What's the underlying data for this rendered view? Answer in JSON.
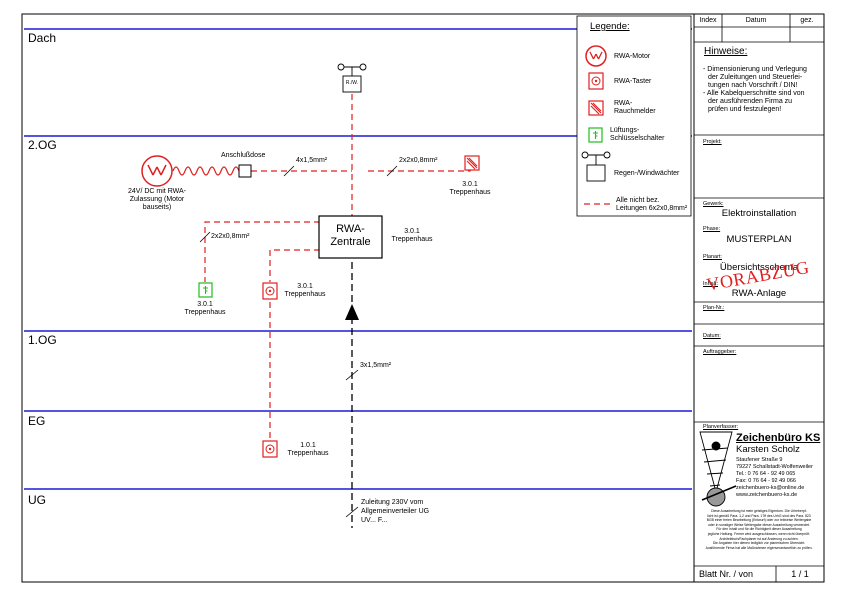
{
  "floors": [
    "Dach",
    "2.OG",
    "1.OG",
    "EG",
    "UG"
  ],
  "legend": {
    "title": "Legende:",
    "items": [
      {
        "icon": "rwa-motor-icon",
        "label": "RWA-Motor"
      },
      {
        "icon": "rwa-taster-icon",
        "label": "RWA-Taster"
      },
      {
        "icon": "rwa-rauchmelder-icon",
        "label": "RWA-Rauchmelder"
      },
      {
        "icon": "lueftungs-schluesselschalter-icon",
        "label": "Lüftungs-Schlüsselschalter"
      },
      {
        "icon": "regen-windwaechter-icon",
        "label": "Regen-/Windwächter"
      },
      {
        "icon": "dashed-line-icon",
        "label": "Alle nicht bez. Leitungen 6x2x0,8mm²"
      }
    ]
  },
  "diagram": {
    "rwa_box_symbol": "R./W.",
    "anschlussdose": "Anschlußdose",
    "cable_4x15": "4x1,5mm²",
    "cable_2x2x08": "2x2x0,8mm²",
    "cable_3x15": "3x1,5mm²",
    "motor_note": "24V/ DC mit RWA-Zulassung (Motor bauseits)",
    "central_title": "RWA-Zentrale",
    "loc_301": "3.0.1",
    "loc_101": "1.0.1",
    "treppenhaus": "Treppenhaus",
    "supply": "Zuleitung 230V vom Allgemeinverteiler UG UV... F..."
  },
  "titleblock": {
    "header": {
      "index": "Index",
      "datum": "Datum",
      "gez": "gez."
    },
    "hinweise_title": "Hinweise:",
    "hinweise_text": [
      "- Dimensionierung und Verlegung",
      "der Zuleitungen und Steuerlei-",
      "tungen nach Vorschrift / DIN!",
      "- Alle Kabelquerschnitte sind von",
      "der ausführenden Firma zu",
      "prüfen und festzulegen!"
    ],
    "projekt": "Projekt:",
    "gewerk_label": "Gewerk:",
    "gewerk": "Elektroinstallation",
    "phase_label": "Phase:",
    "phase": "MUSTERPLAN",
    "planart_label": "Planart:",
    "planart": "Übersichtsschema",
    "inhalt_label": "Inhalt:",
    "inhalt": "RWA-Anlage",
    "stamp": "VORABZUG",
    "plan_nr": "Plan-Nr.:",
    "datum": "Datum:",
    "auftraggeber": "Auftraggeber:",
    "planverfasser": "Planverfasser:",
    "company": "Zeichenbüro KS",
    "person": "Karsten Scholz",
    "contact": [
      "Staufener Straße 9",
      "79227 Schallstadt-Wolfenweiler",
      "Tel.: 0 76 64 - 92 49 065",
      "Fax: 0 76 64 - 92 49 066",
      "zeichenbuero-ks@online.de",
      "www.zeichenbuero-ks.de"
    ],
    "disclaimer": [
      "Diese Ausarbeitung ist mein geistiges Eigentum. Die Urheberpf-",
      "licht ist gemäß Para. 1,2 und Para. 17ff des UrhG sind des Para. 823",
      "BGB einer freien Bearbeitung (Entwurf) oder zur teilweise Weitergabe",
      "oder in sonstiger Weise Weitergabe dieser Ausarbeitung verwendet.",
      "Für den Inhalt und für die Richtigkeit dieser Ausarbeitung",
      "jegliche Haftung. Ferner wird ausgeschlossen, wenn nicht überprüft.",
      "Architektisch/Fachplaner ist auf Änderung zu achten.",
      "Die Angaben hier dienen lediglich zur planerischen Übersicht.",
      "Ausführende Firma hat alle Maßnahmen eigenverantwortlich zu prüfen."
    ],
    "blatt_label": "Blatt Nr. / von",
    "blatt_value": "1 / 1"
  }
}
